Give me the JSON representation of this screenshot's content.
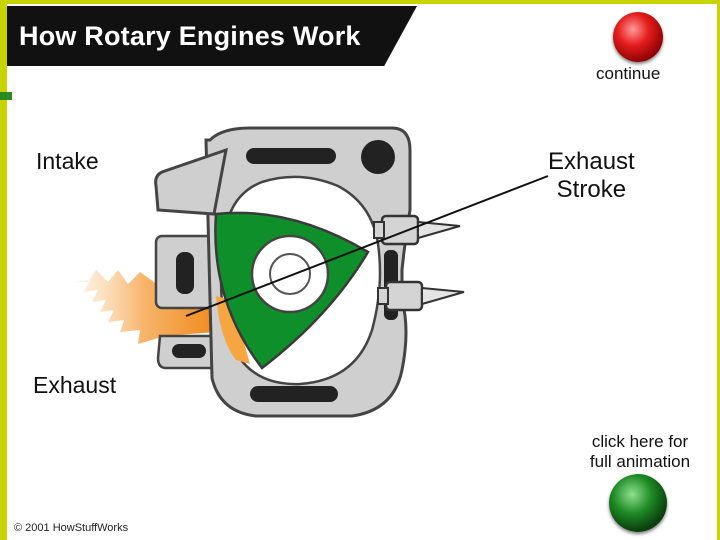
{
  "header": {
    "title": "How Rotary Engines Work"
  },
  "labels": {
    "intake": "Intake",
    "exhaust": "Exhaust",
    "exhaust_stroke_line1": "Exhaust",
    "exhaust_stroke_line2": "Stroke"
  },
  "controls": {
    "continue_label": "continue",
    "full_animation_line1": "click here for",
    "full_animation_line2": "full animation"
  },
  "footer": {
    "copyright": "© 2001 HowStuffWorks"
  },
  "colors": {
    "rotor": "#0f8f2a",
    "housing": "#cfcfcf",
    "exhaust_gas": "#f4a64a",
    "continue_button": "#e61e1e",
    "animation_button": "#1d8a24"
  }
}
